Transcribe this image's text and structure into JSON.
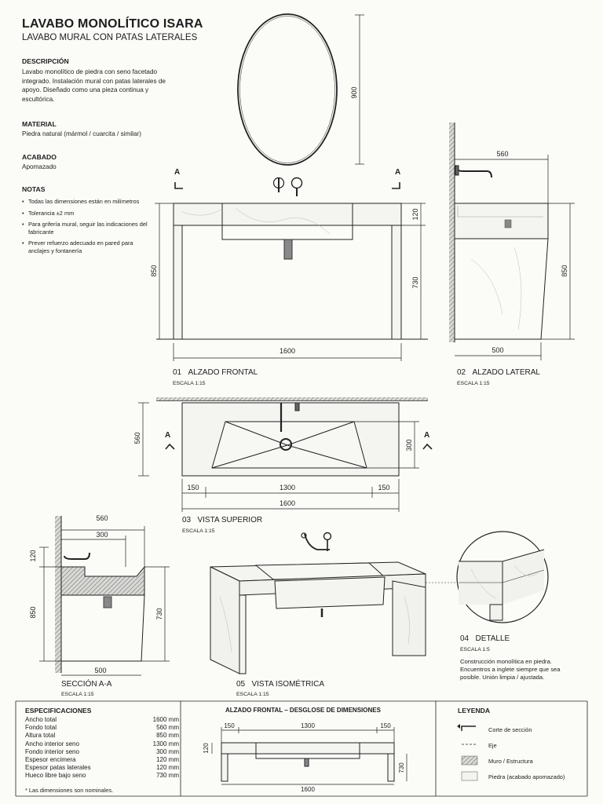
{
  "header": {
    "title": "LAVABO MONOLÍTICO ISARA",
    "subtitle": "LAVABO MURAL CON PATAS LATERALES"
  },
  "description": {
    "heading": "DESCRIPCIÓN",
    "text": "Lavabo monolítico de piedra con seno facetado integrado. Instalación mural con patas laterales de apoyo. Diseñado como una pieza continua y escultórica."
  },
  "material": {
    "heading": "MATERIAL",
    "text": "Piedra natural (mármol / cuarcita / similar)"
  },
  "finish": {
    "heading": "ACABADO",
    "text": "Apomazado"
  },
  "notes": {
    "heading": "NOTAS",
    "items": [
      "Todas las dimensiones están en milímetros",
      "Tolerancia ±2 mm",
      "Para grifería mural, seguir las indicaciones del fabricante",
      "Prever refuerzo adecuado en pared para anclajes y fontanería"
    ]
  },
  "section_marker": "A",
  "views": {
    "front": {
      "number": "01",
      "title": "ALZADO FRONTAL",
      "scale": "ESCALA 1:15",
      "dims": {
        "mirror_height": "900",
        "total_height": "850",
        "top_thickness": "120",
        "clear_height": "730",
        "width": "1600"
      }
    },
    "side": {
      "number": "02",
      "title": "ALZADO LATERAL",
      "scale": "ESCALA 1:15",
      "dims": {
        "depth": "560",
        "height": "850",
        "base_depth": "500"
      }
    },
    "top": {
      "number": "03",
      "title": "VISTA SUPERIOR",
      "scale": "ESCALA 1:15",
      "dims": {
        "depth": "560",
        "basin_depth": "300",
        "leg_left": "150",
        "basin_width": "1300",
        "leg_right": "150",
        "width": "1600"
      }
    },
    "section": {
      "title": "SECCIÓN A-A",
      "scale": "ESCALA 1:15",
      "dims": {
        "depth": "560",
        "basin_depth": "300",
        "top_thickness": "120",
        "height": "850",
        "clear_height": "730",
        "base_depth": "500"
      }
    },
    "iso": {
      "number": "05",
      "title": "VISTA ISOMÉTRICA",
      "scale": "ESCALA 1:15"
    },
    "detail": {
      "number": "04",
      "title": "DETALLE",
      "scale": "ESCALA 1:5",
      "text": "Construcción monolítica en piedra. Encuentros a inglete siempre que sea posible. Unión limpia / ajustada."
    }
  },
  "specs": {
    "heading": "ESPECIFICACIONES",
    "rows": [
      {
        "label": "Ancho total",
        "value": "1600 mm"
      },
      {
        "label": "Fondo total",
        "value": "560 mm"
      },
      {
        "label": "Altura total",
        "value": "850 mm"
      },
      {
        "label": "Ancho interior seno",
        "value": "1300 mm"
      },
      {
        "label": "Fondo interior seno",
        "value": "300 mm"
      },
      {
        "label": "Espesor encimera",
        "value": "120 mm"
      },
      {
        "label": "Espesor patas laterales",
        "value": "120 mm"
      },
      {
        "label": "Hueco libre bajo seno",
        "value": "730 mm"
      }
    ],
    "footnote": "* Las dimensiones son nominales."
  },
  "breakdown": {
    "heading": "ALZADO FRONTAL – DESGLOSE DE DIMENSIONES",
    "dims": {
      "left": "150",
      "middle": "1300",
      "right": "150",
      "top": "120",
      "clear": "730",
      "total": "1600"
    }
  },
  "legend": {
    "heading": "LEYENDA",
    "items": [
      {
        "label": "Corte de sección"
      },
      {
        "label": "Eje"
      },
      {
        "label": "Muro / Estructura"
      },
      {
        "label": "Piedra (acabado apomazado)"
      }
    ]
  },
  "colors": {
    "ink": "#1d1d1d",
    "stone": "#f3f3f0",
    "wall": "#9a9a9a",
    "paper": "#fbfbf8"
  }
}
